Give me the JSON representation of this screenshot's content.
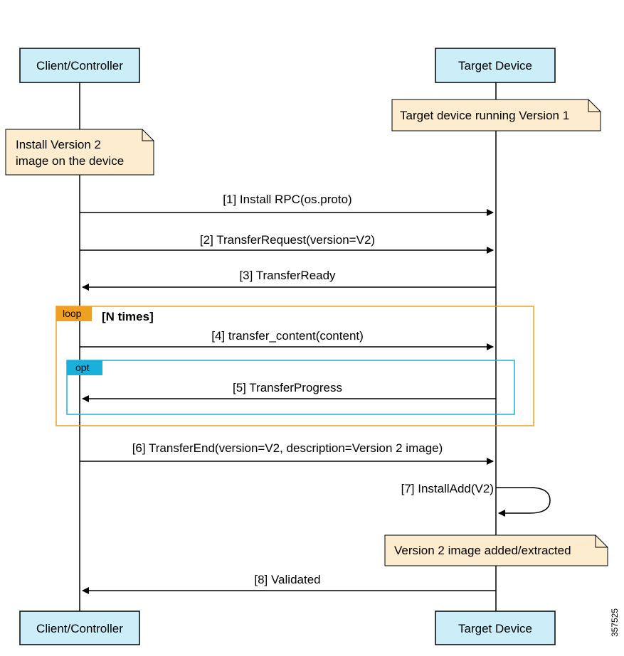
{
  "participants": {
    "client": "Client/Controller",
    "target": "Target Device"
  },
  "notes": {
    "target_state": "Target device running Version 1",
    "install_line1": "Install Version 2",
    "install_line2": "image on the device",
    "added": "Version 2 image added/extracted"
  },
  "fragments": {
    "loop_tag": "loop",
    "loop_condition": "[N times]",
    "opt_tag": "opt"
  },
  "messages": [
    {
      "label": "[1] Install RPC(os.proto)",
      "from": "client",
      "to": "target"
    },
    {
      "label": "[2] TransferRequest(version=V2)",
      "from": "client",
      "to": "target"
    },
    {
      "label": "[3] TransferReady",
      "from": "target",
      "to": "client"
    },
    {
      "label": "[4] transfer_content(content)",
      "from": "client",
      "to": "target"
    },
    {
      "label": "[5] TransferProgress",
      "from": "target",
      "to": "client"
    },
    {
      "label": "[6] TransferEnd(version=V2, description=Version 2 image)",
      "from": "client",
      "to": "target"
    },
    {
      "label": "[7] InstallAdd(V2)",
      "from": "target",
      "to": "target"
    },
    {
      "label": "[8] Validated",
      "from": "target",
      "to": "client"
    }
  ],
  "colors": {
    "participant_fill": "#cbeef8",
    "note_fill": "#fdeccd",
    "loop_color": "#f0a020",
    "opt_color": "#1ab0dc"
  },
  "figure_id": "357525"
}
